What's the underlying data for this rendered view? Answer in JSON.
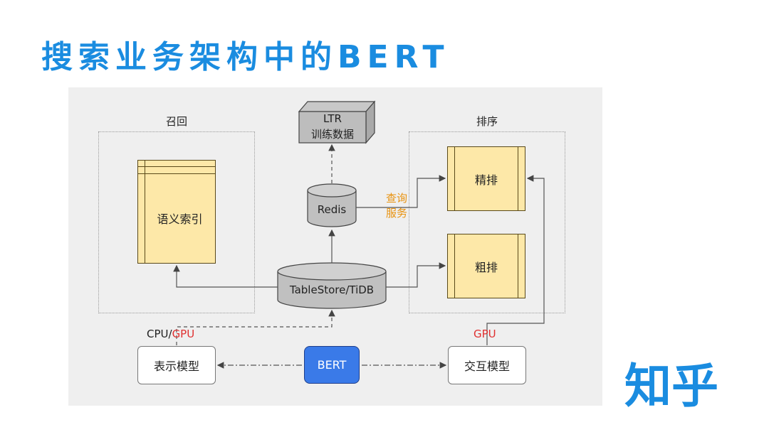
{
  "title": "搜索业务架构中的BERT",
  "zones": {
    "recall": {
      "label": "召回",
      "index_label": "语义索引"
    },
    "ranking": {
      "label": "排序",
      "fine_rank": "精排",
      "coarse_rank": "粗排"
    }
  },
  "ltr": {
    "line1": "LTR",
    "line2": "训练数据"
  },
  "redis": "Redis",
  "tablestore": "TableStore/TiDB",
  "query_service": {
    "line1": "查询",
    "line2": "服务"
  },
  "hardware": {
    "cpu": "CPU/",
    "gpu_left": "GPU",
    "gpu_right": "GPU"
  },
  "models": {
    "representation": "表示模型",
    "bert": "BERT",
    "interaction": "交互模型"
  },
  "logo": "知乎",
  "colors": {
    "title": "#1a8ce0",
    "accent_orange": "#e8920e",
    "gpu_red": "#e03030",
    "bert_blue": "#3a7ae8",
    "box_yellow": "#fde8a8"
  }
}
